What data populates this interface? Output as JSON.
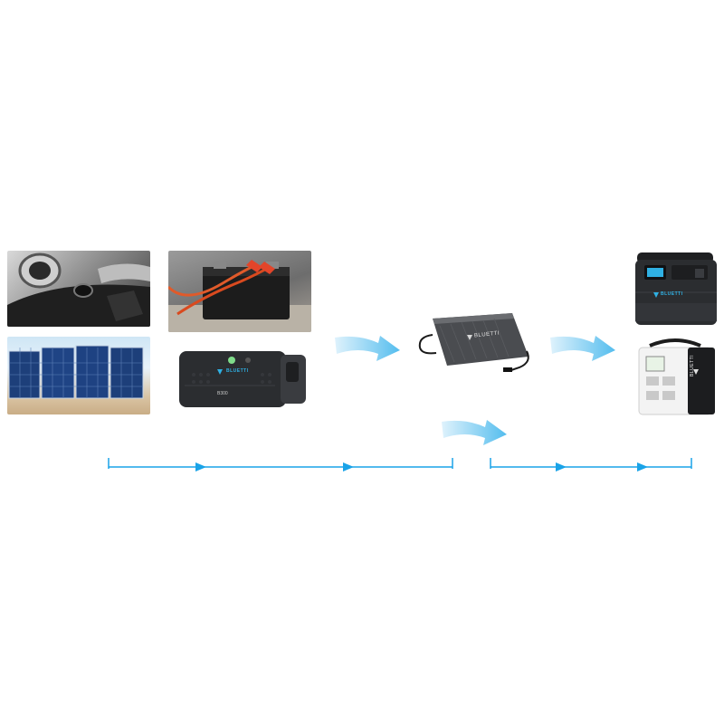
{
  "diagram": {
    "sources": [
      {
        "name": "car-charger-port"
      },
      {
        "name": "car-battery-jump-cables"
      },
      {
        "name": "solar-panels"
      },
      {
        "name": "expansion-battery"
      }
    ],
    "charger": {
      "brand": "BLUETTI"
    },
    "battery": {
      "brand": "BLUETTI",
      "model": "B300"
    },
    "outputs": [
      {
        "brand": "BLUETTI"
      },
      {
        "brand": "BLUETTI"
      }
    ],
    "colors": {
      "line": "#1aa3e8",
      "arrow_fill": "#6cc6f0",
      "device_dark": "#2b2d30",
      "brand_accent": "#2fb0e3"
    }
  }
}
